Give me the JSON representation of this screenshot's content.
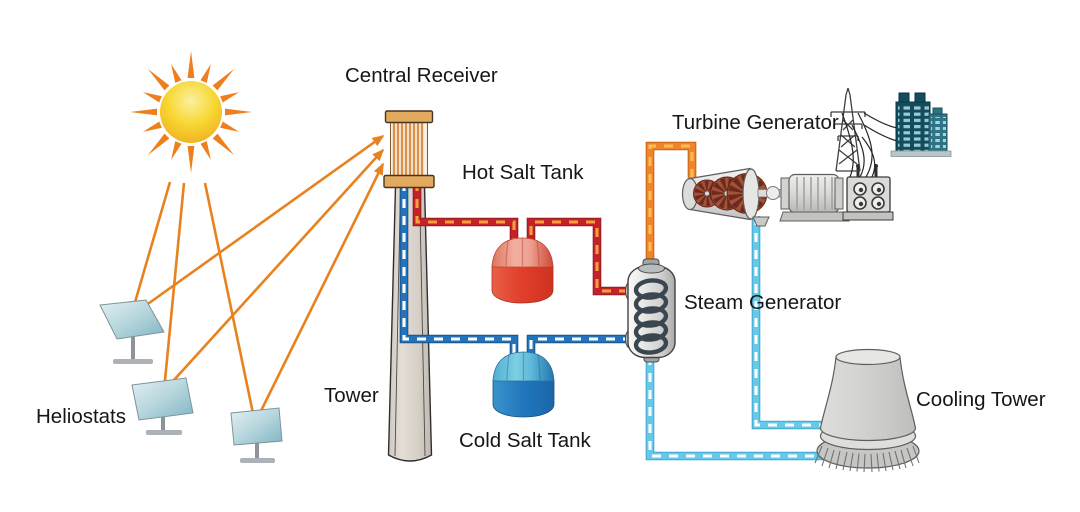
{
  "diagram": {
    "type": "process-flow",
    "labels": {
      "heliostats": "Heliostats",
      "central_receiver": "Central Receiver",
      "tower": "Tower",
      "hot_salt_tank": "Hot Salt Tank",
      "cold_salt_tank": "Cold Salt Tank",
      "steam_generator": "Steam Generator",
      "turbine_generator": "Turbine Generator",
      "cooling_tower": "Cooling Tower"
    },
    "colors": {
      "sun_ray_orange": "#E8821E",
      "hot_salt_pipe": "#C4222A",
      "hot_salt_pipe_dash": "#F5A03C",
      "cold_salt_pipe": "#2273BB",
      "cold_salt_pipe_dash": "#FFFFFF",
      "steam_pipe": "#F0842B",
      "steam_pipe_dash": "#FBBE55",
      "cooling_water_pipe": "#66C9EA",
      "hot_tank_red": "#E2402C",
      "cold_tank_blue": "#2076BC",
      "label_text": "#161616"
    },
    "flows": [
      {
        "name": "hot molten salt",
        "from": "Central Receiver",
        "to": "Steam Generator",
        "via": "Hot Salt Tank"
      },
      {
        "name": "cold molten salt",
        "from": "Steam Generator",
        "to": "Central Receiver",
        "via": "Cold Salt Tank"
      },
      {
        "name": "steam",
        "from": "Steam Generator",
        "to": "Turbine Generator"
      },
      {
        "name": "cooling water",
        "from": "Turbine Generator",
        "to": "Cooling Tower"
      },
      {
        "name": "sunlight",
        "from": "Heliostats",
        "to": "Central Receiver"
      }
    ]
  }
}
